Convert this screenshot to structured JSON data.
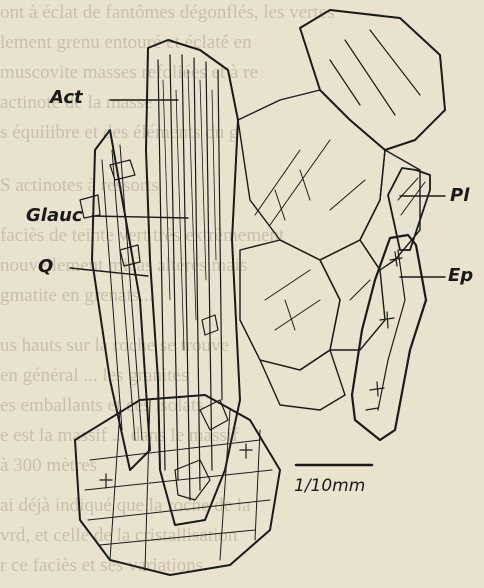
{
  "background_text": [
    "ont à éclat de fantômes dégonflés, les vertes",
    "lement grenu entouré et éclaté en",
    "muscovite masses refoliées et à re",
    "actinote de la masse",
    "s équilibre et des éléments du g",
    "S actinotes à ressorts",
    "faciès de teinte vert très extrêmement",
    "nouvellement micas altérés mais",
    "gmatite en grenats...",
    "us hauts sur la roche se trouve",
    "en général ... les granites",
    "es emballants et ces isolats",
    "e est la massif ... dans le massif",
    "à 300 mètres",
    "ai déjà indiqué que la roche de la",
    "vrd, et celle de la cristallisation",
    "r ce faciès et ses variations."
  ],
  "figure": {
    "labels": {
      "act": "Act",
      "glauc": "Glauc",
      "q": "Q",
      "pl": "Pl",
      "ep": "Ep"
    },
    "scale_bar_label": "1/10mm"
  }
}
